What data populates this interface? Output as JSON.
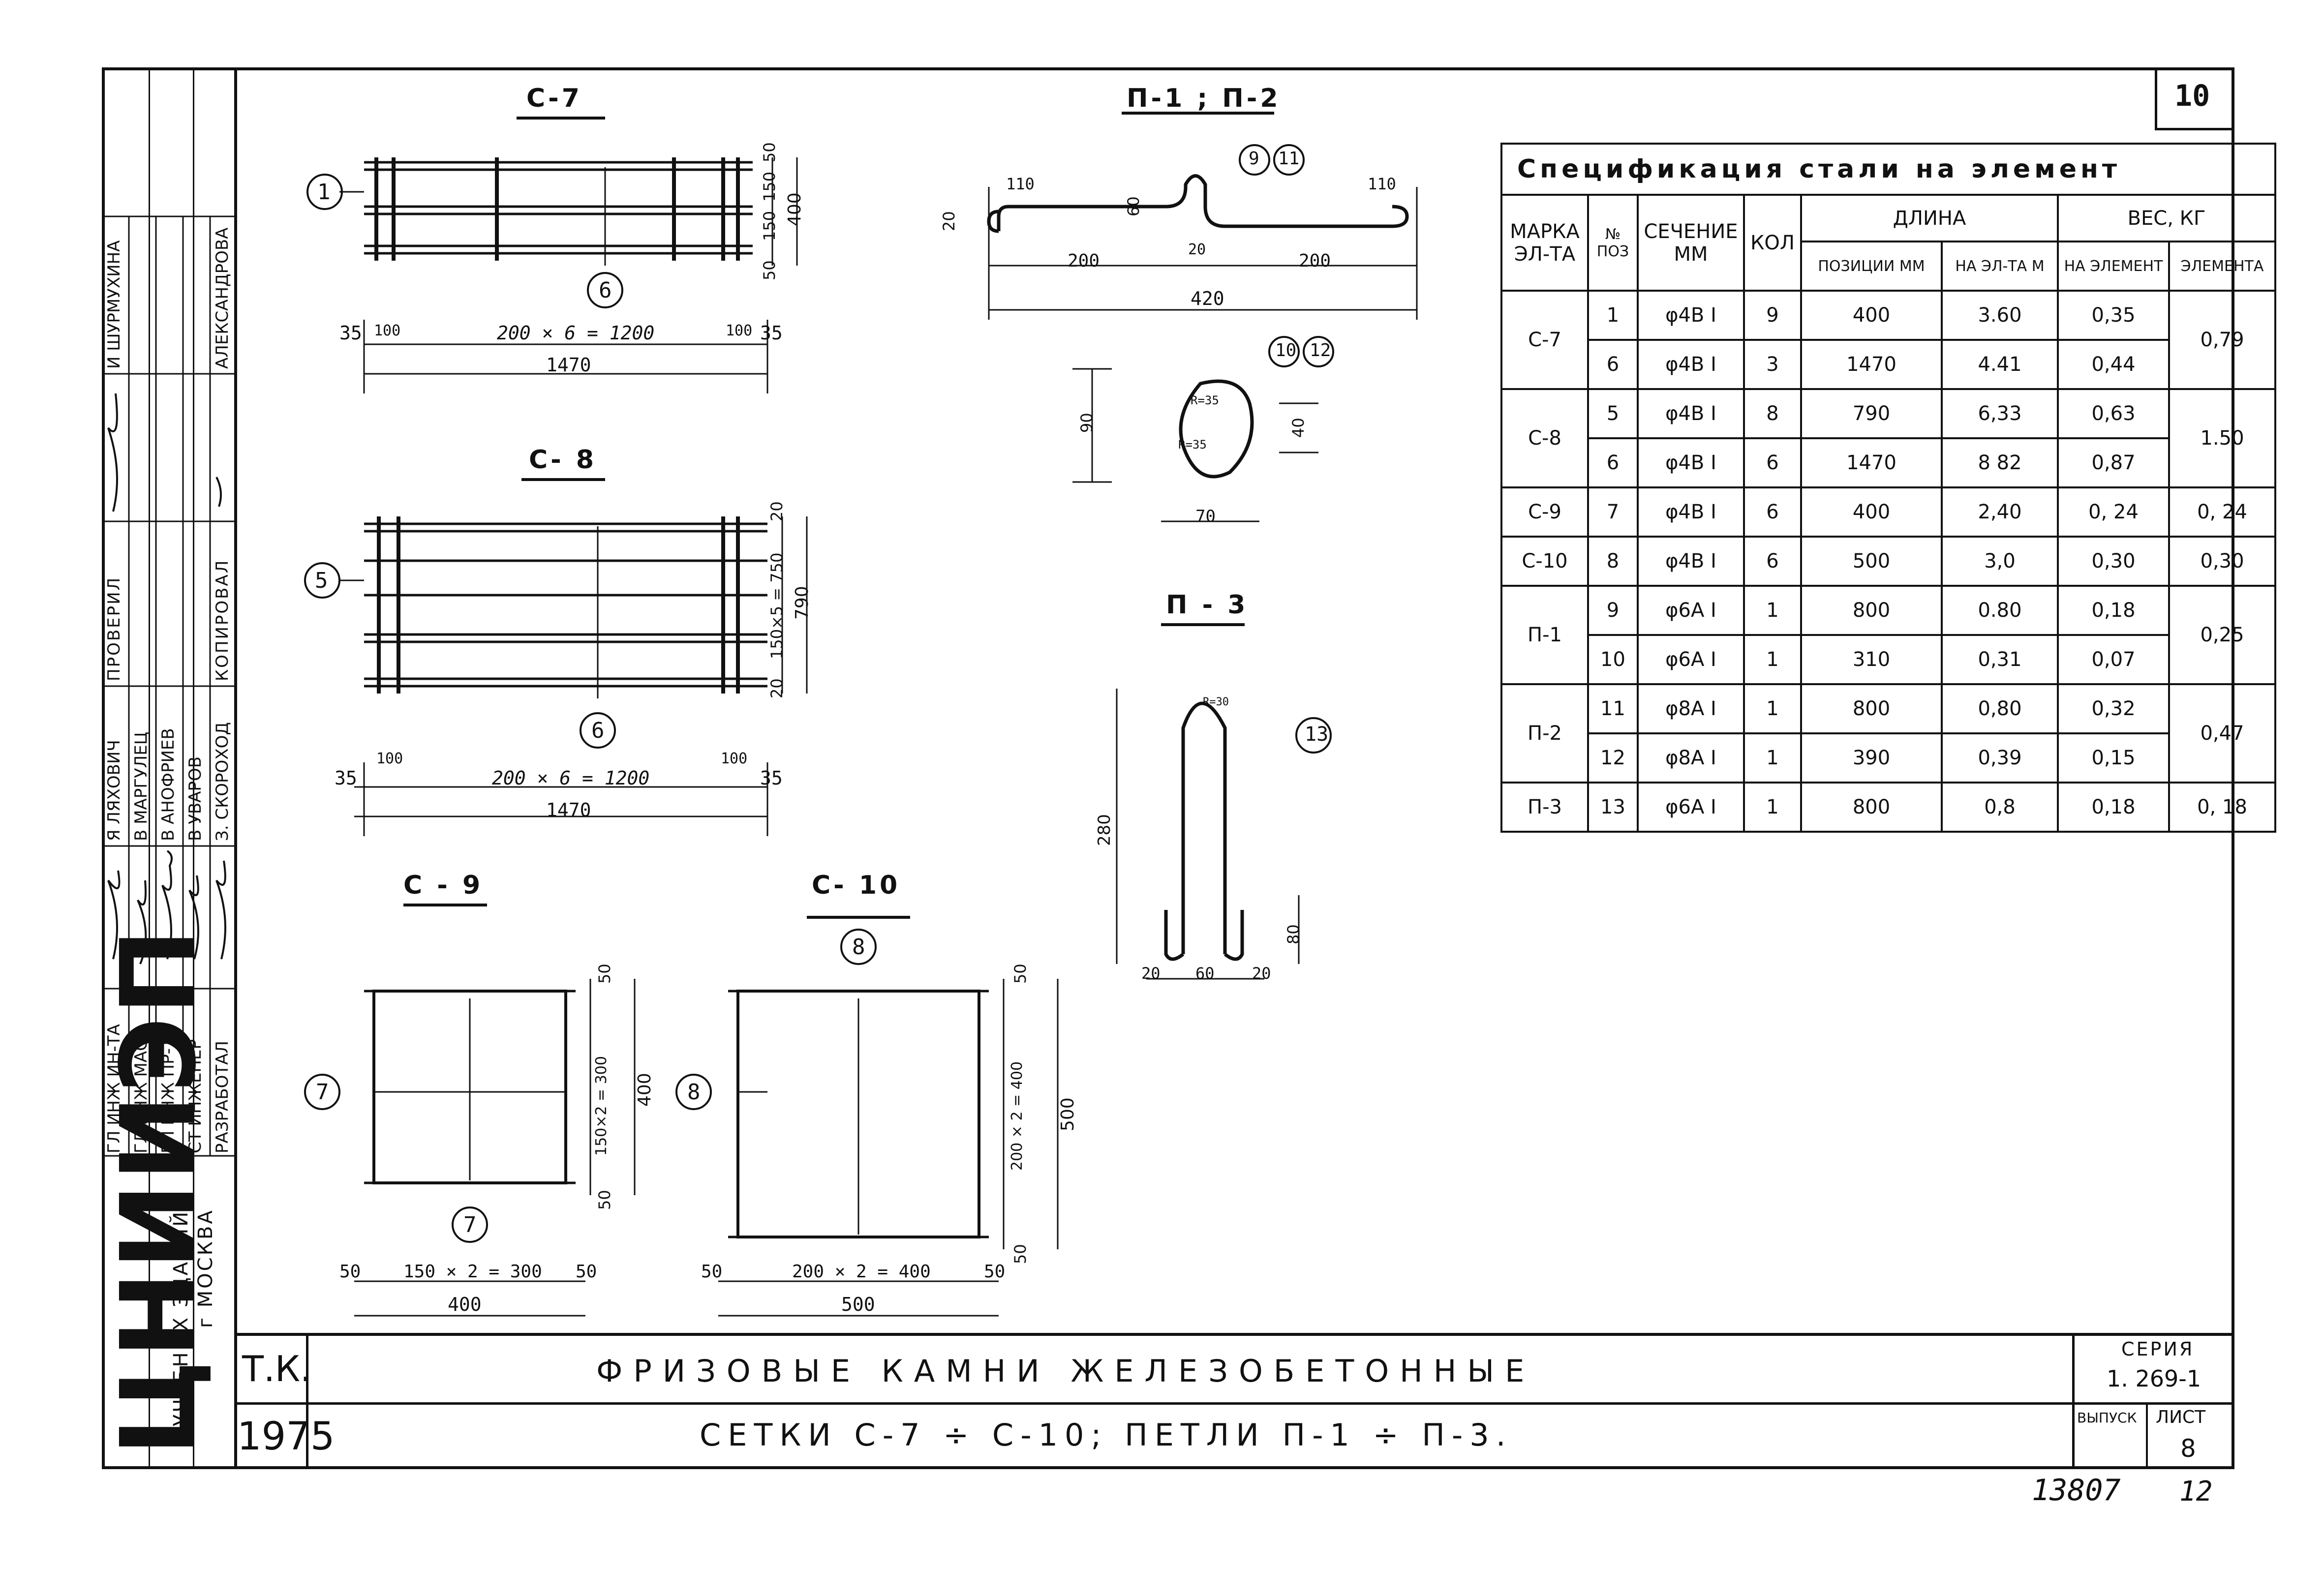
{
  "sheet": {
    "page_number": "10",
    "stamp_numbers": {
      "archive": "13807",
      "extra": "12"
    }
  },
  "stamp_strip": {
    "org_logo": "ЦНИИЭП",
    "org_line1": "УЧЕБНЫХ ЗДАНИЙ",
    "org_line2": "г МОСКВА",
    "roles": [
      "ГЛ ИНЖ ИН-ТА",
      "ГЛ ИНЖ МАСТ",
      "ГЛ ИНЖ ПР-ТА",
      "СТ ИНЖЕНЕР",
      "РАЗРАБОТАЛ"
    ],
    "names": [
      "Я ЛЯХОВИЧ",
      "В МАРГУЛЕЦ",
      "В АНОФРИЕВ",
      "В УВАРОВ",
      "З. СКОРОХОД"
    ],
    "check_label": "ПРОВЕРИЛ",
    "check_name": "И ШУРМУХИНА",
    "copy_label": "КОПИРОВАЛ",
    "copy_name": "АЛЕКСАНДРОВА"
  },
  "drawings": {
    "c7": {
      "title": "С-7",
      "pos1": "1",
      "pos2": "6",
      "dim_bottom1": "200 × 6 = 1200",
      "dim_bottom2": "1470",
      "dim_left": "35",
      "dim_100a": "100",
      "dim_100b": "100",
      "dim_right": "35",
      "dim_v1": "50",
      "dim_v2": "150",
      "dim_v3": "150",
      "dim_v4": "50",
      "dim_total": "400"
    },
    "c8": {
      "title": "С- 8",
      "pos1": "5",
      "pos2": "6",
      "dim_bottom1": "200 × 6 = 1200",
      "dim_bottom2": "1470",
      "dim_left": "35",
      "dim_100a": "100",
      "dim_100b": "100",
      "dim_right": "35",
      "dim_v1": "20",
      "dim_v2": "150×5 = 750",
      "dim_v3": "20",
      "dim_total": "790"
    },
    "c9": {
      "title": "С - 9",
      "pos1": "7",
      "pos2": "7",
      "dim_bottom1": "150 × 2 = 300",
      "dim_bottom2": "400",
      "dim_left": "50",
      "dim_right": "50",
      "dim_v1": "50",
      "dim_v2": "150×2 = 300",
      "dim_v3": "50",
      "dim_total": "400"
    },
    "c10": {
      "title": "С- 10",
      "pos1": "8",
      "pos2": "8",
      "dim_bottom1": "200 × 2 = 400",
      "dim_bottom2": "500",
      "dim_left": "50",
      "dim_right": "50",
      "dim_v1": "50",
      "dim_v2": "200 × 2 = 400",
      "dim_v3": "50",
      "dim_total": "500"
    },
    "p12": {
      "title": "П-1 ; П-2",
      "pos_a": "9",
      "pos_b": "11",
      "dim_110a": "110",
      "dim_110b": "110",
      "dim_20": "20",
      "dim_60": "60",
      "dim_200a": "200",
      "dim_20b": "20",
      "dim_200b": "200",
      "dim_420": "420"
    },
    "loop": {
      "pos_a": "10",
      "pos_b": "12",
      "dim_90": "90",
      "dim_40": "40",
      "dim_70": "70",
      "r1": "R=35",
      "r2": "R=35"
    },
    "p3": {
      "title": "П - 3",
      "pos": "13",
      "dim_280": "280",
      "dim_80": "80",
      "dim_20a": "20",
      "dim_60": "60",
      "dim_20b": "20",
      "r": "R=30"
    }
  },
  "spec_table": {
    "title": "Спецификация стали на элемент",
    "headers": {
      "mark": "МАРКА ЭЛ-ТА",
      "pos": "№ ПОЗ",
      "section": "СЕЧЕНИЕ ММ",
      "qty": "КОЛ",
      "length": "ДЛИНА",
      "len_pos": "ПОЗИЦИИ ММ",
      "len_el": "НА ЭЛ-ТА М",
      "weight": "ВЕС, КГ",
      "w_el": "НА ЭЛЕМЕНТ",
      "w_elem": "ЭЛЕМЕНТА"
    },
    "groups": [
      {
        "mark": "С-7",
        "total": "0,79",
        "rows": [
          {
            "pos": "1",
            "section": "φ4В I",
            "qty": "9",
            "len": "400",
            "len_m": "3.60",
            "w": "0,35"
          },
          {
            "pos": "6",
            "section": "φ4В I",
            "qty": "3",
            "len": "1470",
            "len_m": "4.41",
            "w": "0,44"
          }
        ]
      },
      {
        "mark": "С-8",
        "total": "1.50",
        "rows": [
          {
            "pos": "5",
            "section": "φ4В I",
            "qty": "8",
            "len": "790",
            "len_m": "6,33",
            "w": "0,63"
          },
          {
            "pos": "6",
            "section": "φ4В I",
            "qty": "6",
            "len": "1470",
            "len_m": "8 82",
            "w": "0,87"
          }
        ]
      },
      {
        "mark": "С-9",
        "total": "0, 24",
        "rows": [
          {
            "pos": "7",
            "section": "φ4В I",
            "qty": "6",
            "len": "400",
            "len_m": "2,40",
            "w": "0, 24"
          }
        ]
      },
      {
        "mark": "С-10",
        "total": "0,30",
        "rows": [
          {
            "pos": "8",
            "section": "φ4В I",
            "qty": "6",
            "len": "500",
            "len_m": "3,0",
            "w": "0,30"
          }
        ]
      },
      {
        "mark": "П-1",
        "total": "0,25",
        "rows": [
          {
            "pos": "9",
            "section": "φ6А I",
            "qty": "1",
            "len": "800",
            "len_m": "0.80",
            "w": "0,18"
          },
          {
            "pos": "10",
            "section": "φ6А I",
            "qty": "1",
            "len": "310",
            "len_m": "0,31",
            "w": "0,07"
          }
        ]
      },
      {
        "mark": "П-2",
        "total": "0,47",
        "rows": [
          {
            "pos": "11",
            "section": "φ8А I",
            "qty": "1",
            "len": "800",
            "len_m": "0,80",
            "w": "0,32"
          },
          {
            "pos": "12",
            "section": "φ8А I",
            "qty": "1",
            "len": "390",
            "len_m": "0,39",
            "w": "0,15"
          }
        ]
      },
      {
        "mark": "П-3",
        "total": "0, 18",
        "rows": [
          {
            "pos": "13",
            "section": "φ6А I",
            "qty": "1",
            "len": "800",
            "len_m": "0,8",
            "w": "0,18"
          }
        ]
      }
    ]
  },
  "title_block": {
    "code": "Т.К.",
    "year": "1975",
    "title1": "ФРИЗОВЫЕ КАМНИ ЖЕЛЕЗОБЕТОННЫЕ",
    "title2": "СЕТКИ С-7 ÷ С-10;   ПЕТЛИ П-1 ÷ П-3.",
    "series_label": "СЕРИЯ",
    "series_value": "1. 269-1",
    "issue_label": "ВЫПУСК",
    "sheet_label": "ЛИСТ",
    "sheet_value": "8"
  }
}
